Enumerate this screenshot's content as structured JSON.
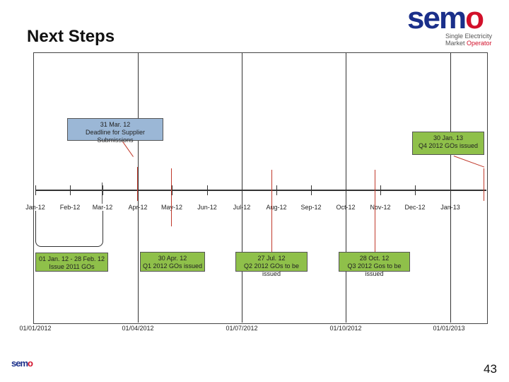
{
  "slide": {
    "title": "Next Steps",
    "page_number": "43"
  },
  "logo": {
    "word_main": "sem",
    "word_accent": "o",
    "sub1": "Single Electricity",
    "sub2_main": "Market ",
    "sub2_accent": "Operator"
  },
  "footer_logo": {
    "word_main": "sem",
    "word_accent": "o"
  },
  "timeline": {
    "months": [
      "Jan-12",
      "Feb-12",
      "Mar-12",
      "Apr-12",
      "May-12",
      "Jun-12",
      "Jul-12",
      "Aug-12",
      "Sep-12",
      "Oct-12",
      "Nov-12",
      "Dec-12",
      "Jan-13"
    ],
    "quarter_dates": [
      "01/01/2012",
      "01/04/2012",
      "01/07/2012",
      "01/10/2012",
      "01/01/2013"
    ],
    "callouts": {
      "supplier_deadline": {
        "line1": "31 Mar. 12",
        "line2": "Deadline for Supplier Submissions"
      },
      "q4_2012": {
        "line1": "30 Jan. 13",
        "line2": "Q4 2012 GOs issued"
      },
      "issue_2011": {
        "line1": "01 Jan. 12 - 28 Feb. 12",
        "line2": "Issue 2011 GOs"
      },
      "q1_2012": {
        "line1": "30 Apr. 12",
        "line2": "Q1 2012 GOs issued"
      },
      "q2_2012": {
        "line1": "27 Jul. 12",
        "line2": "Q2 2012 GOs to be issued"
      },
      "q3_2012": {
        "line1": "28 Oct. 12",
        "line2": "Q3 2012 Gos to be issued"
      }
    },
    "colors": {
      "green": "#8fc04a",
      "blue": "#9bb7d6",
      "marker": "#c0392b"
    }
  }
}
